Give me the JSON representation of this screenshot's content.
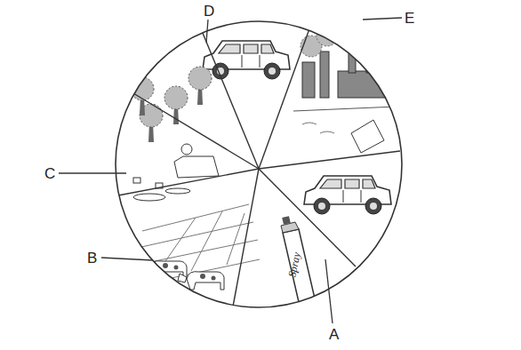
{
  "diagram": {
    "labels": [
      "D",
      "E",
      "C",
      "B",
      "A",
      "Spray"
    ]
  }
}
